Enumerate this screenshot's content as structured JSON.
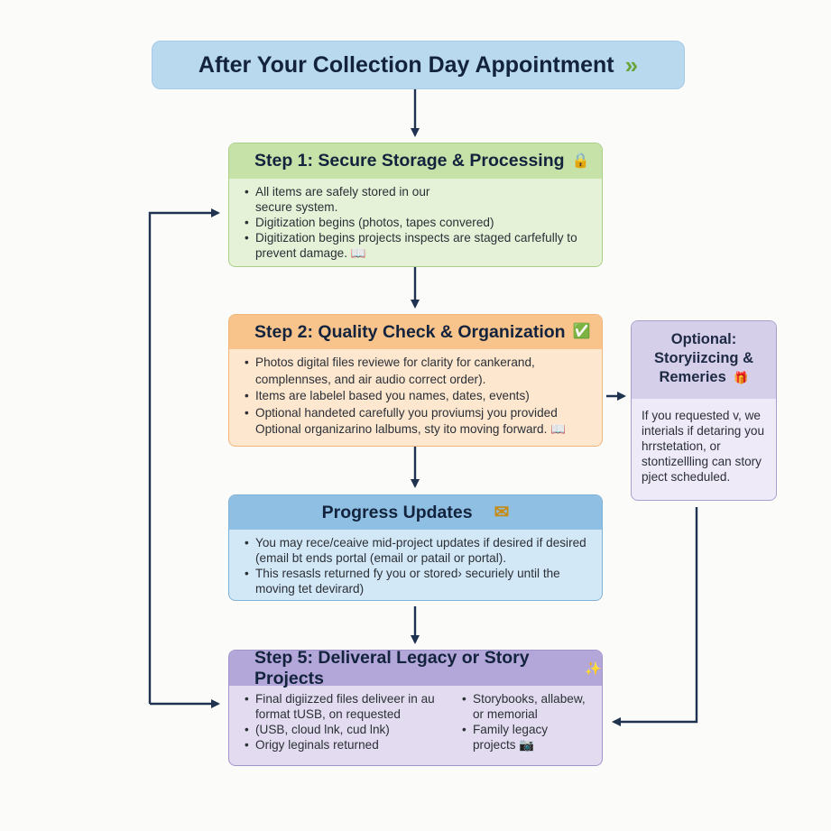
{
  "title": {
    "text": "After Your Collection Day Appointment",
    "icon": "chevrons-right-icon",
    "glyph": "»"
  },
  "steps": [
    {
      "title": "Step 1: Secure Storage & Processing",
      "icon": "lock-icon",
      "glyph": "🔒",
      "items": [
        "All items are safely stored in our secure system.",
        "Digitization begins (photos, tapes convered)",
        "Digitization begins projects inspects are staged carfefully to prevent damage. 📖"
      ]
    },
    {
      "title": "Step 2: Quality Check & Organization",
      "icon": "check-mark-icon",
      "glyph": "✅",
      "items": [
        "Photos digital files reviewe for clarity for cankerand, complennses, and air audio correct order).",
        "Items are labelel based you names, dates, events)",
        "Optional handeted carefully you proviumsj you provided Optional organizarino lalbums, sty ito moving forward. 📖"
      ]
    },
    {
      "title": "Progress Updates",
      "icon": "envelope-icon",
      "glyph": "✉",
      "items": [
        "You may rece/ceaive mid-project updates if desired if desired (email bt ends portal (email or patail or portal).",
        "This resasls returned fy you or stored› securiely until the moving tet devirard)"
      ]
    },
    {
      "title": "Step 5: Deliveral Legacy or Story Projects",
      "icon": "sparkles-icon",
      "glyph": "✨",
      "items_left": [
        "Final digiizzed files deliveer in au format tUSB, on requested",
        "(USB, cloud lnk, cud lnk)",
        "Origy leginals returned"
      ],
      "items_right": [
        "Storybooks, allabew, or memorial",
        "Family legacy projects 📷"
      ]
    }
  ],
  "optional": {
    "title": "Optional: Storyiizcing & Remeries",
    "icon": "gift-icon",
    "glyph": "🎁",
    "text": "If you requested v, we interials if detaring you hrrstetation, or stontizellling can story pject scheduled."
  },
  "colors": {
    "title_bg": "#b9d9ef",
    "title_border": "#a6cbe6",
    "step1_hdr": "#c7e2a9",
    "step1_body": "#e6f2d8",
    "step1_border": "#a9cf86",
    "step2_hdr": "#f8c48b",
    "step2_body": "#fde7cf",
    "step2_border": "#efb57a",
    "step3_hdr": "#8fbfe2",
    "step3_body": "#d3e8f6",
    "step3_border": "#7fb2d8",
    "step4_hdr": "#b3a6d8",
    "step4_body": "#e3dcf0",
    "step4_border": "#a194cc",
    "optional_hdr": "#d6cfea",
    "optional_body": "#eeeaf7",
    "optional_border": "#a99fcf",
    "arrow": "#1f3350"
  }
}
